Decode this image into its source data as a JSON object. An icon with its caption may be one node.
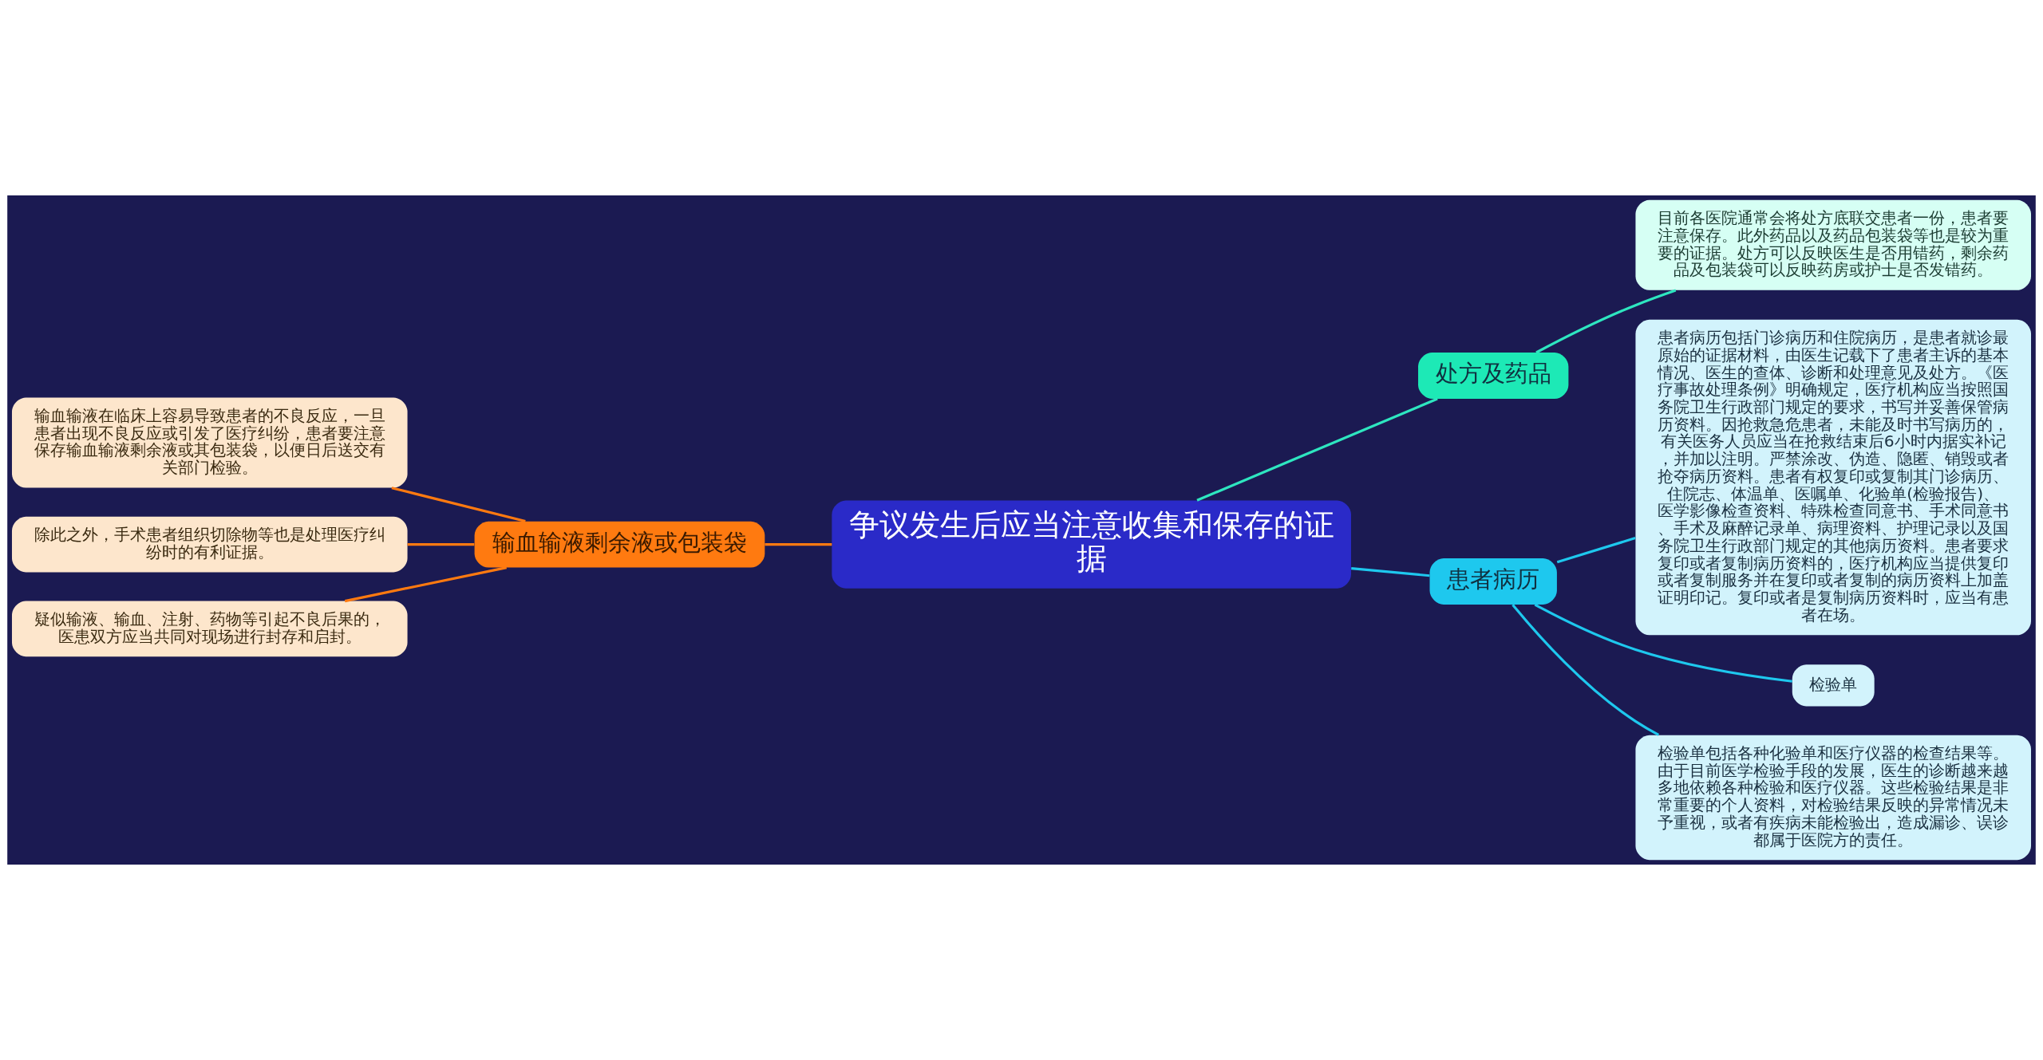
{
  "diagram": {
    "nodes": [
      {
        "text": [
          "争议发生后应当注意收集和保存的证据"
        ]
      },
      {
        "text": [
          "处方及药品"
        ]
      },
      {
        "text": [
          "目前各医院通常会将处方底联交患者一份，患者要注意保存。此外药品以及药品包装袋等也是较为重要的证据。处方可以反映医生是否用错药，剩余药品及包装袋可以反映药房或护士是否发错药。"
        ]
      },
      {
        "text": [
          "患者病历"
        ]
      },
      {
        "text": [
          "患者病历包括门诊病历和住院病历，是患者就诊最原始的证据材料，由医生记载下了患者主诉的基本情况、医生的查体、诊断和处理意见及处方。《医疗事故处理条例》明确规定，医疗机构应当按照国务院卫生行政部门规定的要求，书写并妥善保管病历资料。因抢救急危患者，未能及时书写病历的，有关医务人员应当在抢救结束后6小时内据实补记，并加以注明。严禁涂改、伪造、隐匿、销毁或者抢夺病历资料。患者有权复印或复制其门诊病历、住院志、体温单、医嘱单、化验单(检验报告)、医学影像检查资料、特殊检查同意书、手术同意书、手术及麻醉记录单、病理资料、护理记录以及国务院卫生行政部门规定的其他病历资料。患者要求复印或者复制病历资料的，医疗机构应当提供复印或者复制服务并在复印或者复制的病历资料上加盖证明印记。复印或者是复制病历资料时，应当有患者在场。"
        ]
      },
      {
        "text": [
          "检验单"
        ]
      },
      {
        "text": [
          "检验单包括各种化验单和医疗仪器的检查结果等。由于目前医学检验手段的发展，医生的诊断越来越多地依赖各种检验和医疗仪器。这些检验结果是非常重要的个人资料，对检验结果反映的异常情况未予重视，或者有疾病未能检验出，造成漏诊、误诊都属于医院方的责任。"
        ]
      },
      {
        "text": [
          "输血输液剩余液或包装袋"
        ]
      },
      {
        "text": [
          "输血输液在临床上容易导致患者的不良反应，一旦患者出现不良反应或引发了医疗纠纷，患者要注意保存输血输液剩余液或其包装袋，以便日后送交有关部门检验。"
        ]
      },
      {
        "text": [
          "除此之外，手术患者组织切除物等也是处理医疗纠纷时的有利证据。"
        ]
      },
      {
        "text": [
          "疑似输液、输血、注射、药物等引起不良后果的，医患双方应当共同对现场进行封存和启封。"
        ]
      }
    ],
    "edges": [
      {
        "from": 0,
        "to": 1,
        "arrow": "none",
        "color": "#2ee6c0"
      },
      {
        "from": 1,
        "to": 2,
        "arrow": "none",
        "color": "#2ee6c0"
      },
      {
        "from": 0,
        "to": 3,
        "arrow": "none"
      },
      {
        "from": 3,
        "to": 4,
        "arrow": "none"
      },
      {
        "from": 3,
        "to": 5,
        "arrow": "none"
      },
      {
        "from": 3,
        "to": 6,
        "arrow": "none"
      },
      {
        "from": 0,
        "to": 7,
        "arrow": "none",
        "color": "#ff7a10"
      },
      {
        "from": 7,
        "to": 8,
        "arrow": "none",
        "color": "#ff7a10"
      },
      {
        "from": 7,
        "to": 9,
        "arrow": "none",
        "color": "#ff7a10"
      },
      {
        "from": 7,
        "to": 10,
        "arrow": "none",
        "color": "#ff7a10"
      }
    ]
  }
}
